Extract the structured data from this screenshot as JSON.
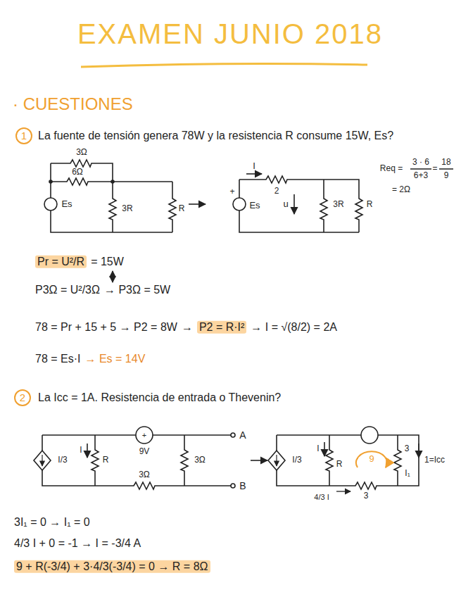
{
  "diagram": {
    "title": "EXAMEN JUNIO 2018",
    "labels": [
      "· CUESTIONES",
      "1",
      "La fuente de tensión genera 78W y la resistencia R consume 15W, Es?",
      "3Ω",
      "6Ω",
      "Es",
      "3R",
      "R",
      "I",
      "+",
      "Es",
      "2",
      "u",
      "3R",
      "R",
      "Req =",
      "3 · 6",
      "6+3",
      "=",
      "18",
      "9",
      "= 2Ω",
      "Pr = U²/R",
      "= 15W",
      "P3Ω = U²/3Ω",
      "→ P3Ω = 5W",
      "78 = Pr + 15 + 5 → P2 = 8W",
      "→",
      "P2 = R·I²",
      "→ I = √(8/2) = 2A",
      "78 = Es·I",
      "→ Es = 14V",
      "2",
      "La Icc = 1A. Resistencia de entrada o Thevenin?",
      "I/3",
      "I",
      "R",
      "+",
      "9V",
      "3Ω",
      "3Ω",
      "A",
      "B",
      "I/3",
      "I",
      "R",
      "9",
      "3",
      "I₁",
      "1=Icc",
      "4/3 I",
      "3",
      "3I₁ = 0 → I₁ = 0",
      "4/3 I + 0 = -1 → I = -3/4 A",
      "9 + R(-3/4) + 3·4/3(-3/4) = 0 → R = 8Ω"
    ]
  }
}
